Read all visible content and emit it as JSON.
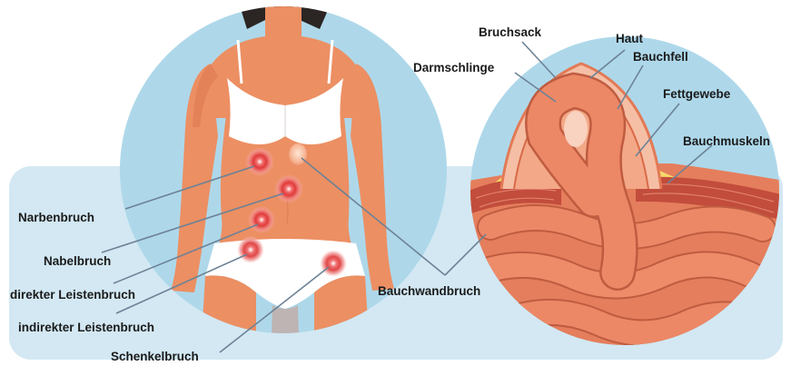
{
  "labels": {
    "narbenbruch": "Narbenbruch",
    "nabelbruch": "Nabelbruch",
    "direkter_leistenbruch": "direkter Leistenbruch",
    "indirekter_leistenbruch": "indirekter Leistenbruch",
    "schenkelbruch": "Schenkelbruch",
    "bauchwandbruch": "Bauchwandbruch",
    "bruchsack": "Bruchsack",
    "haut": "Haut",
    "bauchfell": "Bauchfell",
    "darmschlinge": "Darmschlinge",
    "fettgewebe": "Fettgewebe",
    "bauchmuskeln": "Bauchmuskeln"
  },
  "colors": {
    "background_panel": "#d3e8f3",
    "circle": "#aed8ea",
    "skin": "#ec8f63",
    "skin_shadow": "#d9744c",
    "underwear": "#ffffff",
    "hair": "#2b2523",
    "hernia_marker": "#e03a3a",
    "intestine": "#ec8866",
    "intestine_outline": "#bf5c40",
    "fat": "#f6d86a",
    "muscle": "#c24d3c",
    "leader_line": "#6d8296"
  }
}
